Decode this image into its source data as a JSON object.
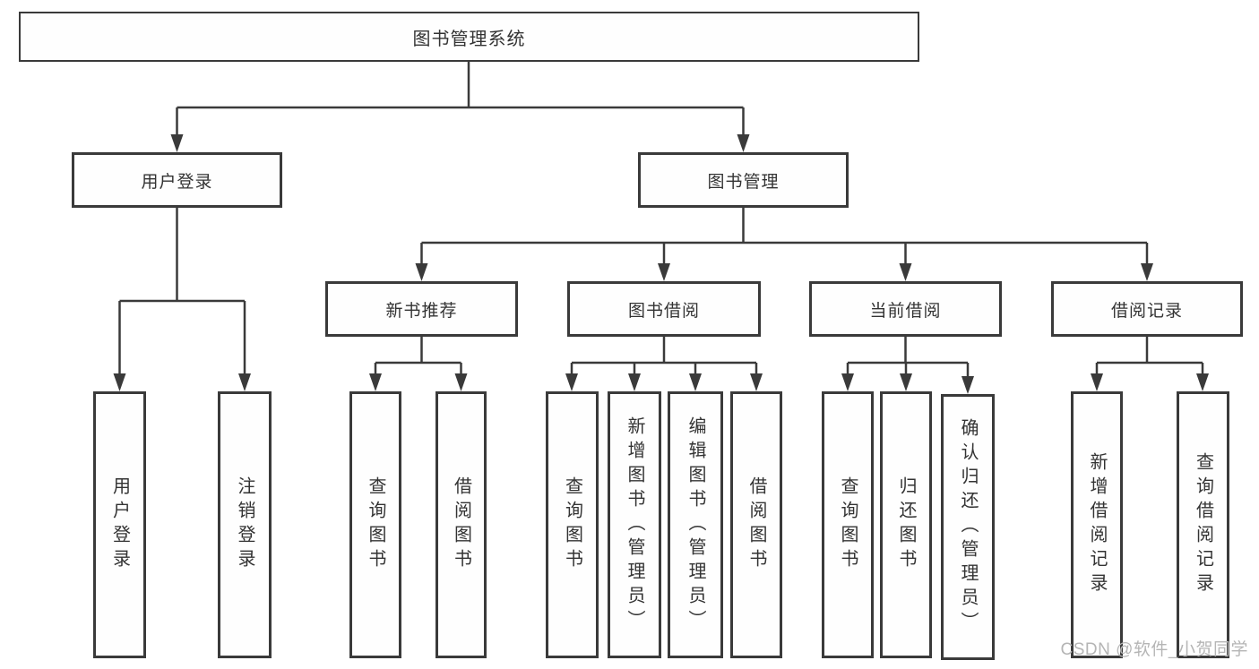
{
  "root": {
    "label": "图书管理系统"
  },
  "branches": {
    "user_login": {
      "label": "用户登录",
      "children": {
        "login": "用户登录",
        "logout": "注销登录"
      }
    },
    "book_mgmt": {
      "label": "图书管理"
    }
  },
  "sections": {
    "new_book_rec": {
      "label": "新书推荐",
      "children": {
        "query": "查询图书",
        "borrow": "借阅图书"
      }
    },
    "book_borrow": {
      "label": "图书借阅",
      "children": {
        "query": "查询图书",
        "add": "新增图书（管理员）",
        "edit": "编辑图书（管理员）",
        "borrow": "借阅图书"
      }
    },
    "current_borrow": {
      "label": "当前借阅",
      "children": {
        "query": "查询图书",
        "return": "归还图书",
        "confirm": "确认归还（管理员）"
      }
    },
    "borrow_records": {
      "label": "借阅记录",
      "children": {
        "add": "新增借阅记录",
        "query": "查询借阅记录"
      }
    }
  },
  "watermark": "CSDN @软件_小贺同学",
  "colors": {
    "line": "#3a3a3a",
    "text": "#333333",
    "watermark": "#b5b5b5"
  }
}
